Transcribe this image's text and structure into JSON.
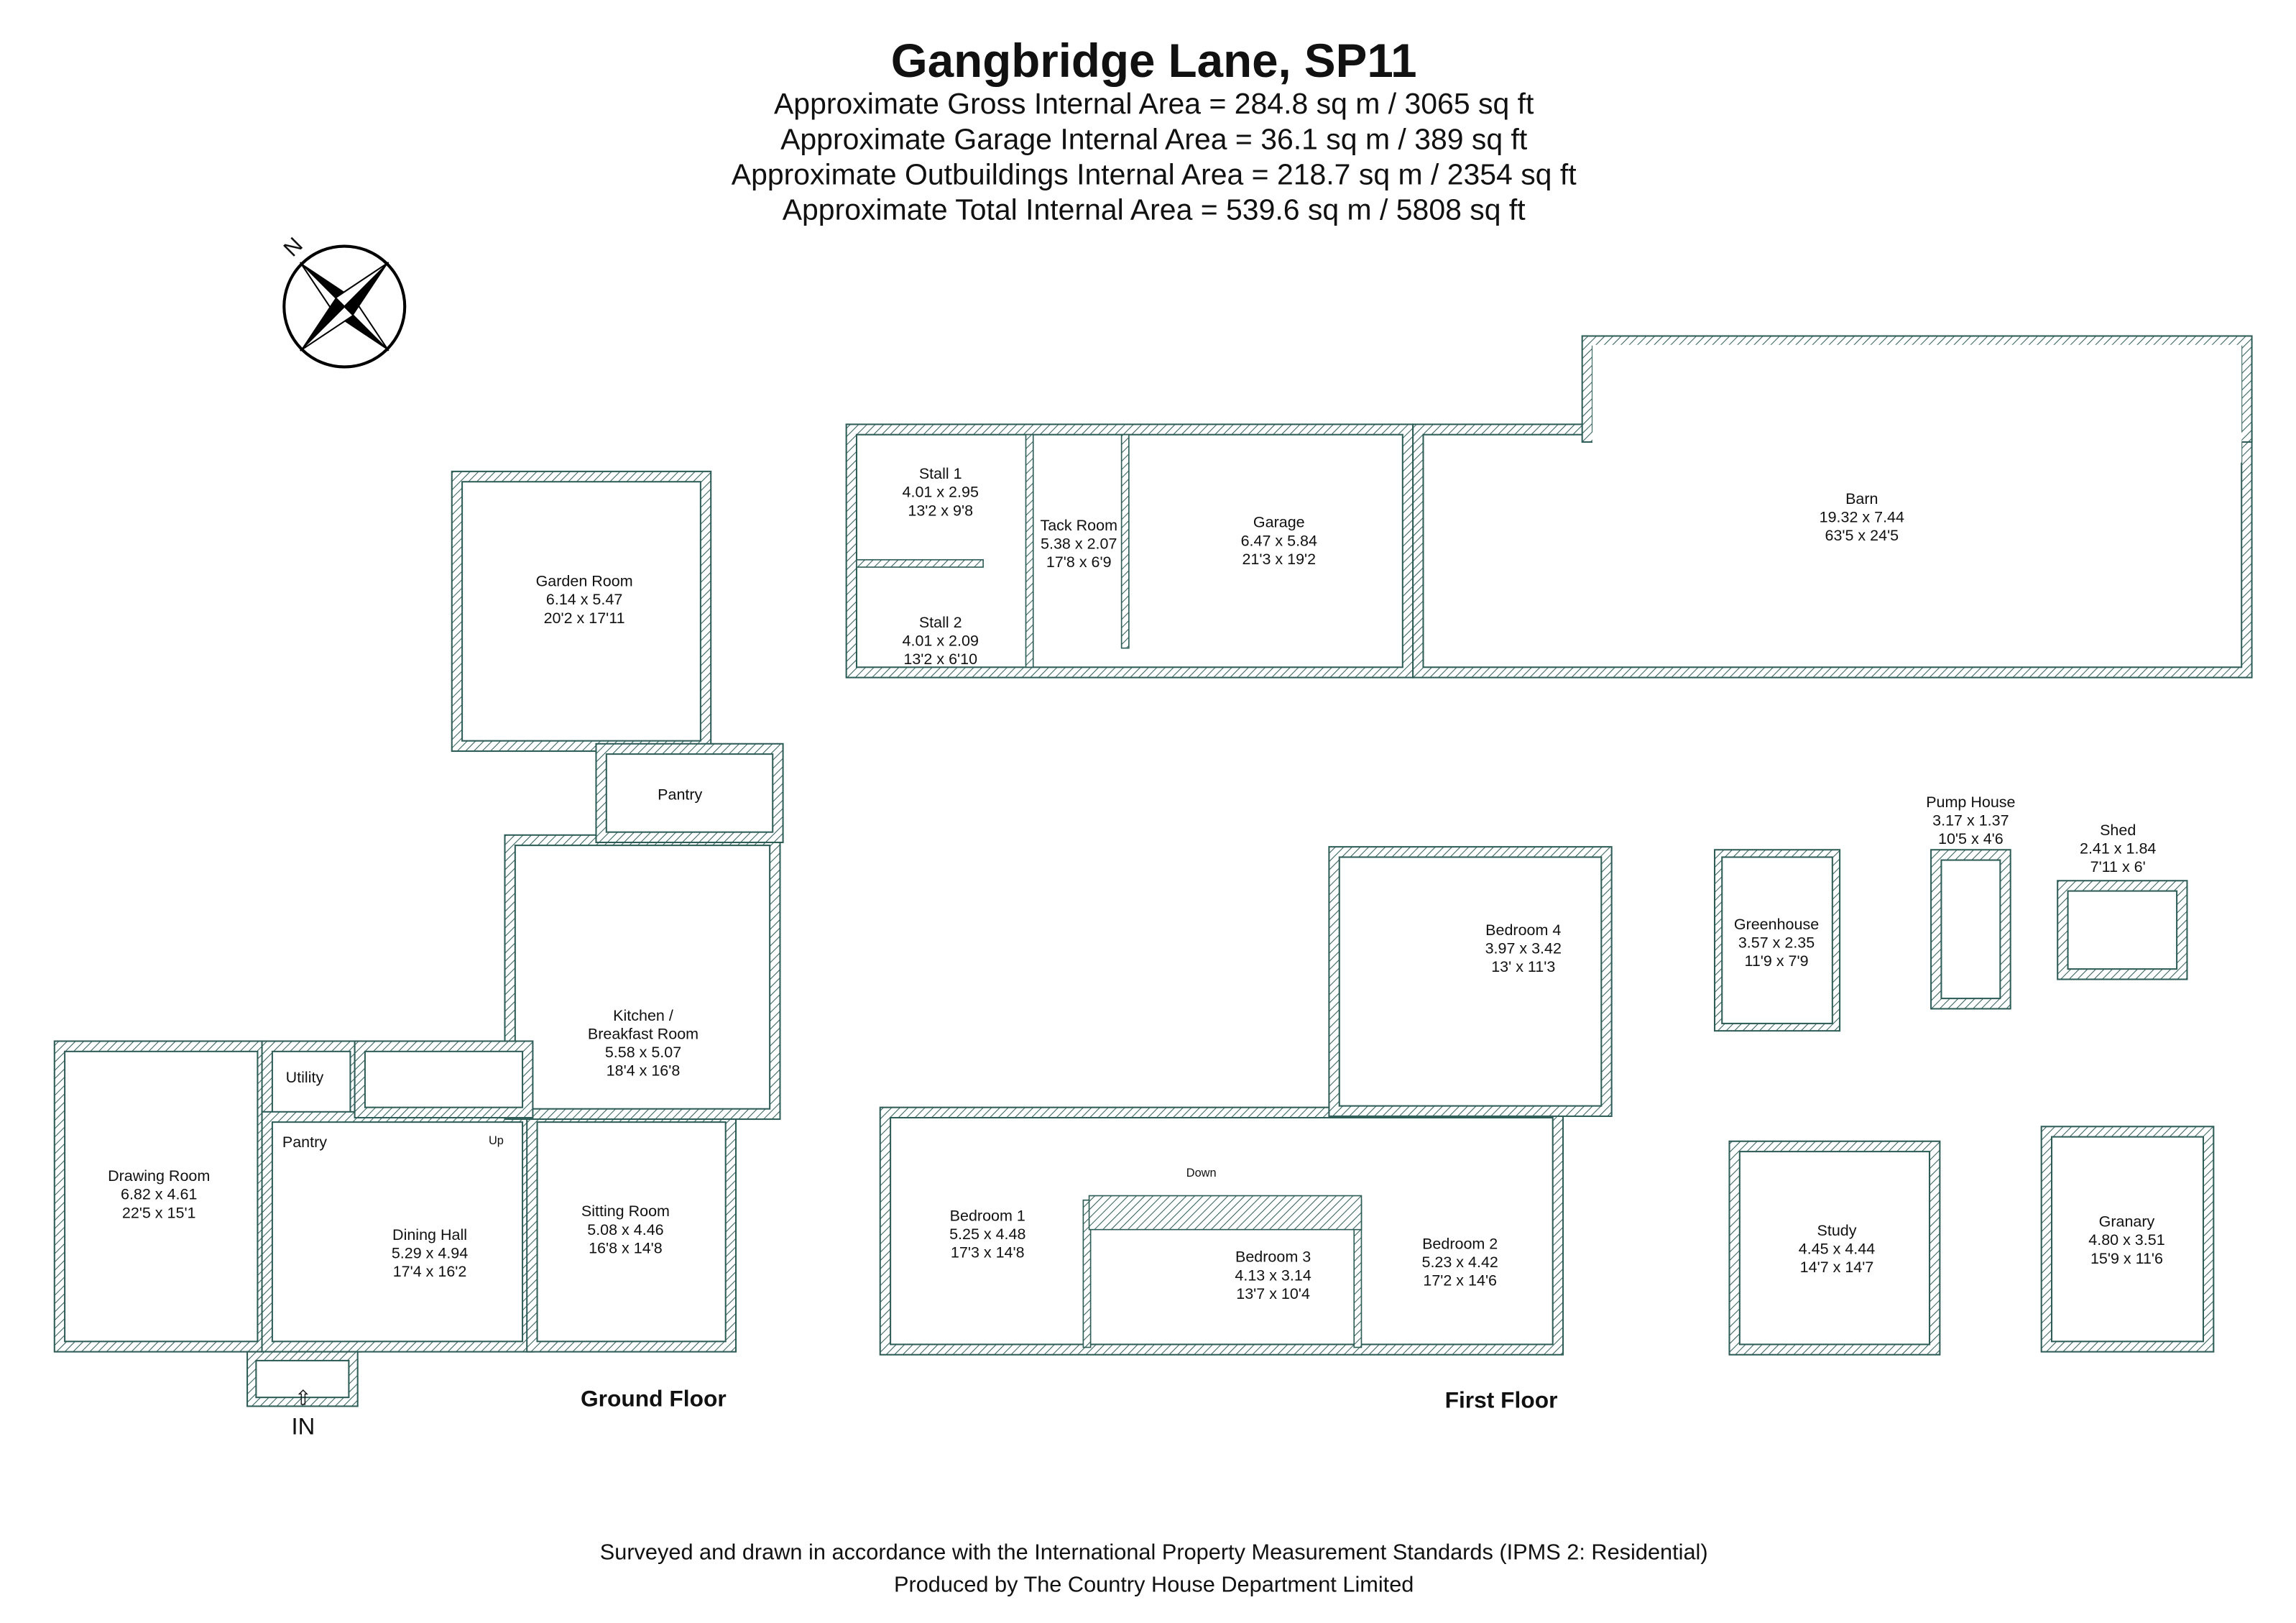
{
  "header": {
    "title": "Gangbridge Lane, SP11",
    "areas": [
      "Approximate Gross Internal Area = 284.8 sq m / 3065 sq ft",
      "Approximate Garage Internal Area = 36.1 sq m / 389 sq ft",
      "Approximate Outbuildings Internal Area = 218.7 sq m / 2354 sq ft",
      "Approximate Total Internal Area = 539.6 sq m / 5808 sq ft"
    ]
  },
  "compass": {
    "label": "N"
  },
  "colors": {
    "wall": "#2e5d58",
    "text": "#111111"
  },
  "rooms": [
    {
      "id": "stall-1",
      "name": "Stall 1",
      "metric": "4.01 x 2.95",
      "imperial": "13'2 x 9'8"
    },
    {
      "id": "stall-2",
      "name": "Stall 2",
      "metric": "4.01 x 2.09",
      "imperial": "13'2 x 6'10"
    },
    {
      "id": "tack-room",
      "name": "Tack Room",
      "metric": "5.38 x 2.07",
      "imperial": "17'8 x 6'9"
    },
    {
      "id": "garage",
      "name": "Garage",
      "metric": "6.47 x 5.84",
      "imperial": "21'3 x 19'2"
    },
    {
      "id": "barn",
      "name": "Barn",
      "metric": "19.32 x 7.44",
      "imperial": "63'5 x 24'5"
    },
    {
      "id": "garden-room",
      "name": "Garden Room",
      "metric": "6.14 x 5.47",
      "imperial": "20'2 x 17'11"
    },
    {
      "id": "kitchen",
      "name": "Kitchen /",
      "name2": "Breakfast Room",
      "metric": "5.58 x 5.07",
      "imperial": "18'4 x 16'8"
    },
    {
      "id": "drawing-room",
      "name": "Drawing Room",
      "metric": "6.82 x 4.61",
      "imperial": "22'5 x 15'1"
    },
    {
      "id": "dining-hall",
      "name": "Dining Hall",
      "metric": "5.29 x 4.94",
      "imperial": "17'4 x 16'2"
    },
    {
      "id": "sitting-room",
      "name": "Sitting Room",
      "metric": "5.08 x 4.46",
      "imperial": "16'8 x 14'8"
    },
    {
      "id": "bedroom-1",
      "name": "Bedroom 1",
      "metric": "5.25 x 4.48",
      "imperial": "17'3 x 14'8"
    },
    {
      "id": "bedroom-2",
      "name": "Bedroom 2",
      "metric": "5.23 x 4.42",
      "imperial": "17'2 x 14'6"
    },
    {
      "id": "bedroom-3",
      "name": "Bedroom 3",
      "metric": "4.13 x 3.14",
      "imperial": "13'7 x 10'4"
    },
    {
      "id": "bedroom-4",
      "name": "Bedroom 4",
      "metric": "3.97 x 3.42",
      "imperial": "13' x 11'3"
    },
    {
      "id": "greenhouse",
      "name": "Greenhouse",
      "metric": "3.57 x 2.35",
      "imperial": "11'9 x 7'9"
    },
    {
      "id": "pump-house",
      "name": "Pump House",
      "metric": "3.17 x 1.37",
      "imperial": "10'5 x 4'6"
    },
    {
      "id": "shed",
      "name": "Shed",
      "metric": "2.41 x 1.84",
      "imperial": "7'11 x 6'"
    },
    {
      "id": "study",
      "name": "Study",
      "metric": "4.45 x 4.44",
      "imperial": "14'7 x 14'7"
    },
    {
      "id": "granary",
      "name": "Granary",
      "metric": "4.80 x 3.51",
      "imperial": "15'9 x 11'6"
    }
  ],
  "small_labels": {
    "pantry_upper": "Pantry",
    "pantry_lower": "Pantry",
    "utility": "Utility",
    "up": "Up",
    "down": "Down",
    "entrance": "IN"
  },
  "floors": {
    "ground": "Ground Floor",
    "first": "First Floor"
  },
  "footer": [
    "Surveyed and drawn in accordance with the International Property Measurement Standards (IPMS 2: Residential)",
    "Produced by The Country House Department Limited"
  ]
}
